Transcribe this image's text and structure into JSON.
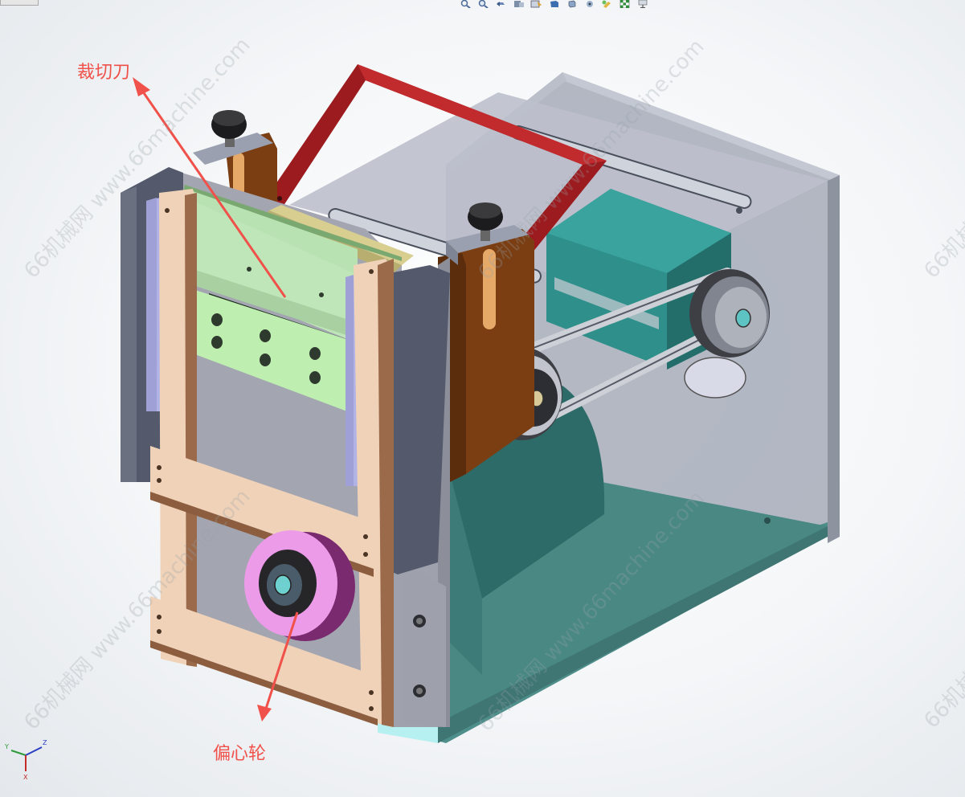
{
  "callouts": {
    "cutter_label": "裁切刀",
    "cam_label": "偏心轮"
  },
  "watermark": {
    "text": "66机械网 www.66machine.com"
  },
  "triad": {
    "x_label": "X",
    "y_label": "Y",
    "z_label": "Z"
  },
  "colors": {
    "callout": "#f0514a",
    "handle_frame": "#9b1b1e",
    "housing": "#9ea3b1",
    "base_plate": "#4a8a87",
    "cutter_plate": "#b9e2b3",
    "cam": "#ec9be8",
    "wood_frame": "#f0d2b8",
    "side_bracket": "#7a3e12",
    "motor": "#2f8f8a"
  },
  "icons": [
    "zoom-to-fit-icon",
    "zoom-area-icon",
    "previous-view-icon",
    "section-view-icon",
    "dynamic-annotation-icon",
    "view-orientation-icon",
    "display-style-icon",
    "hide-show-items-icon",
    "edit-appearance-icon",
    "apply-scene-icon",
    "view-settings-icon"
  ]
}
